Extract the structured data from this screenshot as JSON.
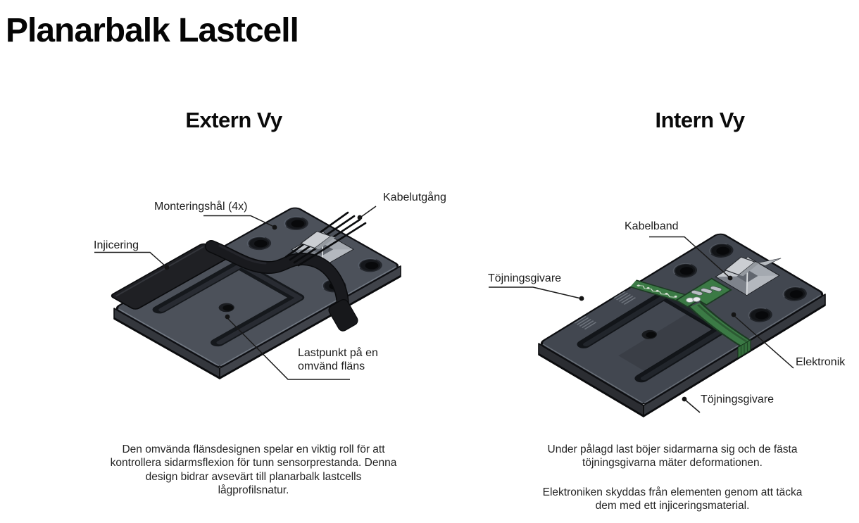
{
  "page": {
    "title": "Planarbalk Lastcell"
  },
  "external_view": {
    "heading": "Extern Vy",
    "labels": {
      "mounting_holes": "Monteringshål (4x)",
      "cable_output": "Kabelutgång",
      "injection": "Injicering",
      "load_point_line1": "Lastpunkt på en",
      "load_point_line2": "omvänd fläns"
    },
    "caption_lines": [
      "Den omvända flänsdesignen spelar en viktig roll för att",
      "kontrollera sidarmsflexion för tunn sensorprestanda. Denna",
      "design bidrar avsevärt till planarbalk lastcells",
      "lågprofilsnatur."
    ]
  },
  "internal_view": {
    "heading": "Intern Vy",
    "labels": {
      "cable_tie": "Kabelband",
      "strain_gauge_left": "Töjningsgivare",
      "electronics": "Elektronik",
      "strain_gauge_bottom": "Töjningsgivare"
    },
    "caption1_lines": [
      "Under pålagd last böjer sidarmarna sig och de fästa",
      "töjningsgivarna mäter deformationen."
    ],
    "caption2_lines": [
      "Elektroniken skyddas från elementen genom att täcka",
      "dem med ett injiceringsmaterial."
    ]
  },
  "colors": {
    "background": "#ffffff",
    "title_text": "#050505",
    "label_text": "#1c1c1c",
    "caption_text": "#242424",
    "leader_line": "#1a1a1a",
    "plate_top_external": "#4c515a",
    "plate_top_internal": "#424750",
    "plate_side_dark": "#34373d",
    "plate_outline": "#0b0c0e",
    "groove": "#15181c",
    "injection_strip": "#1f2024",
    "cable_strap": "#191a1e",
    "tie_pad": "#9aa0a7",
    "tie_block": "#cbced2",
    "pcb_green": "#3b7a45",
    "pcb_green_dark": "#1d3b24"
  }
}
